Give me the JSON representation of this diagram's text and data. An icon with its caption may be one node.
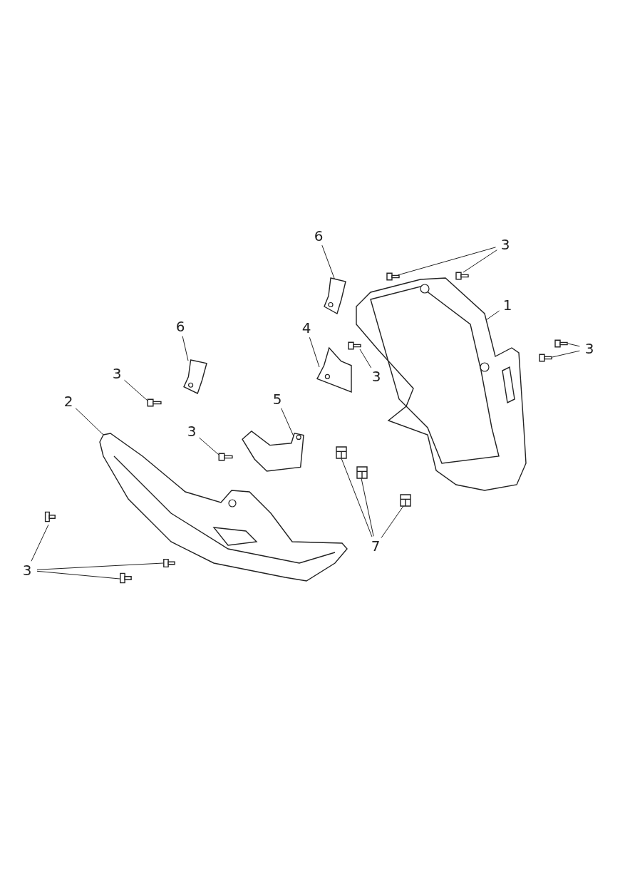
{
  "diagram": {
    "nodes": [
      {
        "text": [
          "6"
        ]
      },
      {
        "text": [
          "3"
        ]
      },
      {
        "text": [],
        "shape": "picture"
      },
      {
        "text": [],
        "shape": "picture"
      },
      {
        "text": [],
        "shape": "picture"
      },
      {
        "text": [
          "1"
        ]
      },
      {
        "text": [],
        "shape": "picture"
      },
      {
        "text": [
          "4"
        ]
      },
      {
        "text": [
          "6"
        ]
      },
      {
        "text": [
          "3"
        ]
      },
      {
        "text": [],
        "shape": "picture"
      },
      {
        "text": [],
        "shape": "picture"
      },
      {
        "text": [],
        "shape": "picture"
      },
      {
        "text": [
          "3"
        ]
      },
      {
        "text": [],
        "shape": "picture"
      },
      {
        "text": [],
        "shape": "picture"
      },
      {
        "text": [
          "3"
        ]
      },
      {
        "text": [],
        "shape": "picture"
      },
      {
        "text": [
          "2"
        ]
      },
      {
        "text": [
          "5"
        ]
      },
      {
        "text": [
          "3"
        ]
      },
      {
        "text": [],
        "shape": "picture"
      },
      {
        "text": [],
        "shape": "picture"
      },
      {
        "text": [],
        "shape": "picture"
      },
      {
        "text": [],
        "shape": "picture"
      },
      {
        "text": [],
        "shape": "picture"
      },
      {
        "text": [],
        "shape": "picture"
      },
      {
        "text": [],
        "shape": "picture"
      },
      {
        "text": [
          "7"
        ]
      },
      {
        "text": [],
        "shape": "picture"
      },
      {
        "text": [
          "3"
        ]
      },
      {
        "text": [],
        "shape": "picture"
      }
    ],
    "edges": [
      {
        "from": 0,
        "to": 4,
        "arrow": "none"
      },
      {
        "from": 1,
        "to": 2,
        "arrow": "none"
      },
      {
        "from": 1,
        "to": 3,
        "arrow": "none"
      },
      {
        "from": 5,
        "to": 6,
        "arrow": "none"
      },
      {
        "from": 7,
        "to": 15,
        "arrow": "none"
      },
      {
        "from": 8,
        "to": 14,
        "arrow": "none"
      },
      {
        "from": 9,
        "to": 10,
        "arrow": "none"
      },
      {
        "from": 9,
        "to": 11,
        "arrow": "none"
      },
      {
        "from": 13,
        "to": 12,
        "arrow": "none"
      },
      {
        "from": 16,
        "to": 17,
        "arrow": "none"
      },
      {
        "from": 18,
        "to": 23,
        "arrow": "none"
      },
      {
        "from": 19,
        "to": 21,
        "arrow": "none"
      },
      {
        "from": 20,
        "to": 22,
        "arrow": "none"
      },
      {
        "from": 28,
        "to": 24,
        "arrow": "none"
      },
      {
        "from": 28,
        "to": 25,
        "arrow": "none"
      },
      {
        "from": 28,
        "to": 26,
        "arrow": "none"
      },
      {
        "from": 30,
        "to": 27,
        "arrow": "none"
      },
      {
        "from": 30,
        "to": 29,
        "arrow": "none"
      },
      {
        "from": 30,
        "to": 31,
        "arrow": "none"
      }
    ]
  }
}
